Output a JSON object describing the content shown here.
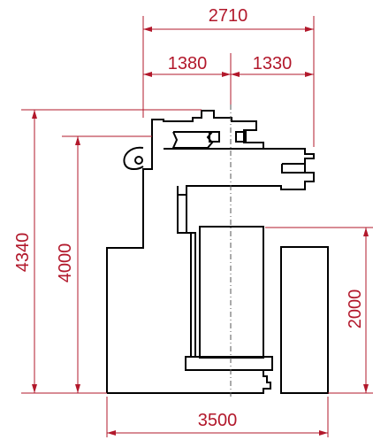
{
  "dimensions": {
    "overall_width_top": "2710",
    "left_offset": "1380",
    "right_offset": "1330",
    "total_height": "4340",
    "frame_height": "4000",
    "table_height": "2000",
    "base_width": "3500"
  },
  "colors": {
    "dimension": "#b2182b",
    "outline": "#000000",
    "centerline": "#555555"
  }
}
